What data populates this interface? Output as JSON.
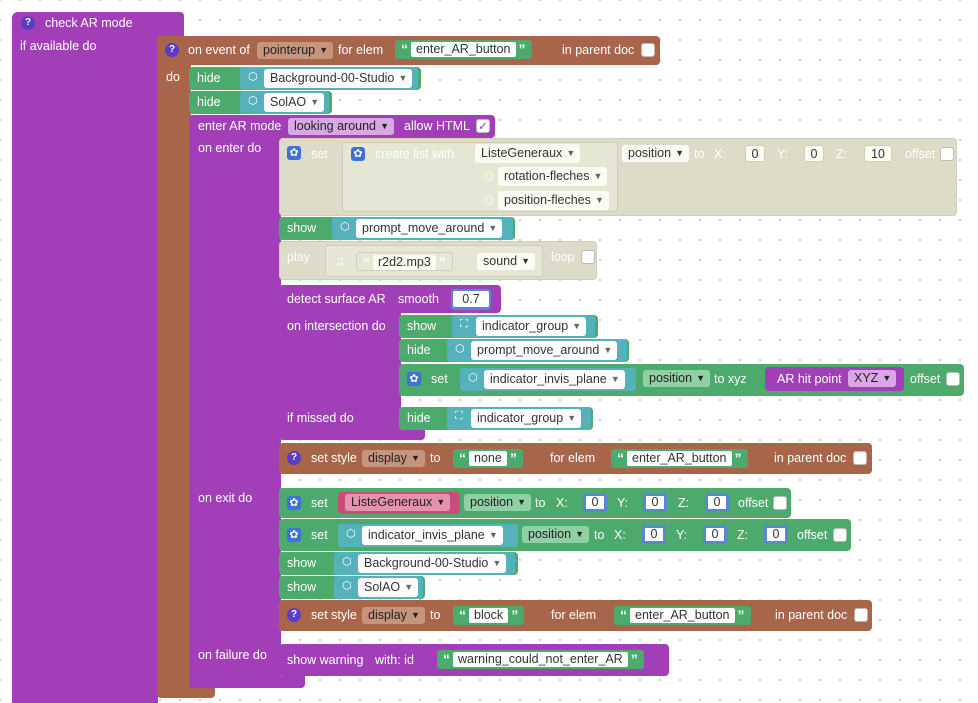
{
  "check_ar": {
    "title": "check AR mode",
    "if_available": "if available do"
  },
  "event": {
    "on_event_of": "on event of",
    "event_name": "pointerup",
    "for_elem": "for elem",
    "elem_value": "enter_AR_button",
    "in_parent_doc": "in parent doc"
  },
  "do_label": "do",
  "hide1": {
    "label": "hide",
    "object": "Background-00-Studio"
  },
  "hide2": {
    "label": "hide",
    "object": "SolAO"
  },
  "enter_ar": {
    "label": "enter AR mode",
    "mode": "looking around",
    "allow_html": "allow HTML"
  },
  "on_enter_do": "on enter do",
  "set_list": {
    "set": "set",
    "create_list_with": "create list with",
    "items": [
      "ListeGeneraux",
      "rotation-fleches",
      "position-fleches"
    ],
    "property": "position",
    "to": "to",
    "x_label": "X:",
    "x": "0",
    "y_label": "Y:",
    "y": "0",
    "z_label": "Z:",
    "z": "10",
    "offset": "offset"
  },
  "show_prompt": {
    "label": "show",
    "object": "prompt_move_around"
  },
  "play": {
    "label": "play",
    "file": "r2d2.mp3",
    "kind": "sound",
    "loop": "loop"
  },
  "detect": {
    "label": "detect surface AR",
    "smooth": "smooth",
    "smooth_value": "0.7"
  },
  "on_intersection": "on intersection do",
  "inter_show": {
    "label": "show",
    "object": "indicator_group"
  },
  "inter_hide": {
    "label": "hide",
    "object": "prompt_move_around"
  },
  "inter_set": {
    "set": "set",
    "object": "indicator_invis_plane",
    "property": "position",
    "to_xyz": "to xyz",
    "hit_point": "AR hit point",
    "xyz": "XYZ",
    "offset": "offset"
  },
  "if_missed": "if missed do",
  "missed_hide": {
    "label": "hide",
    "object": "indicator_group"
  },
  "style_none": {
    "label": "set style",
    "prop": "display",
    "to": "to",
    "value": "none",
    "for_elem": "for elem",
    "elem": "enter_AR_button",
    "in_parent_doc": "in parent doc"
  },
  "on_exit_do": "on exit do",
  "exit_set1": {
    "set": "set",
    "object": "ListeGeneraux",
    "property": "position",
    "to": "to",
    "x_label": "X:",
    "x": "0",
    "y_label": "Y:",
    "y": "0",
    "z_label": "Z:",
    "z": "0",
    "offset": "offset"
  },
  "exit_set2": {
    "set": "set",
    "object": "indicator_invis_plane",
    "property": "position",
    "to": "to",
    "x_label": "X:",
    "x": "0",
    "y_label": "Y:",
    "y": "0",
    "z_label": "Z:",
    "z": "0",
    "offset": "offset"
  },
  "exit_show1": {
    "label": "show",
    "object": "Background-00-Studio"
  },
  "exit_show2": {
    "label": "show",
    "object": "SolAO"
  },
  "style_block": {
    "label": "set style",
    "prop": "display",
    "to": "to",
    "value": "block",
    "for_elem": "for elem",
    "elem": "enter_AR_button",
    "in_parent_doc": "in parent doc"
  },
  "on_failure_do": "on failure do",
  "warning": {
    "label": "show warning",
    "with_id": "with:  id",
    "value": "warning_could_not_enter_AR"
  },
  "colors": {
    "purple": "#a23fb8",
    "brown": "#a8654a",
    "green": "#4daa6d",
    "teal": "#56b2ba",
    "disabled": "#dcdcc8",
    "pink": "#c94d7a"
  }
}
